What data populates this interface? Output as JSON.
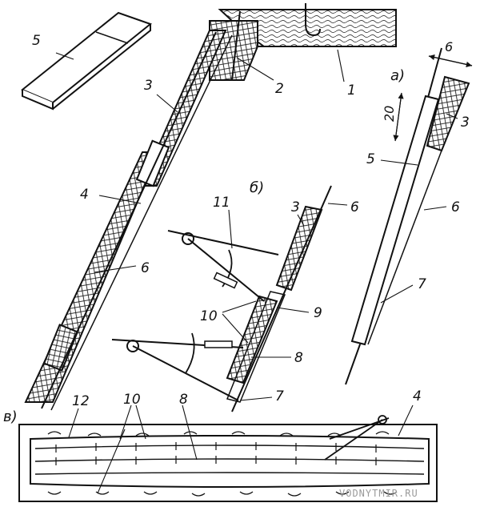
{
  "colors": {
    "ink": "#111111",
    "paper": "#ffffff",
    "watermark": "#9a9a9a"
  },
  "subfigures": {
    "a": "а)",
    "b": "б)",
    "v": "в)"
  },
  "labels": {
    "n1": "1",
    "n2": "2",
    "n3_main": "3",
    "n3_a": "3",
    "n3_b": "3",
    "n4_main": "4",
    "n4_v": "4",
    "n5_block": "5",
    "n5_a": "5",
    "n6_main": "6",
    "n6_a_top": "6",
    "n6_a_side": "6",
    "n6_b": "6",
    "n7_a": "7",
    "n7_b": "7",
    "n8_b": "8",
    "n8_v": "8",
    "n9_b": "9",
    "n10_b": "10",
    "n10_v": "10",
    "n11_b": "11",
    "n12_v": "12"
  },
  "dimensions": {
    "width": "6",
    "length": "20"
  },
  "watermark": "VODNYTMIR.RU"
}
